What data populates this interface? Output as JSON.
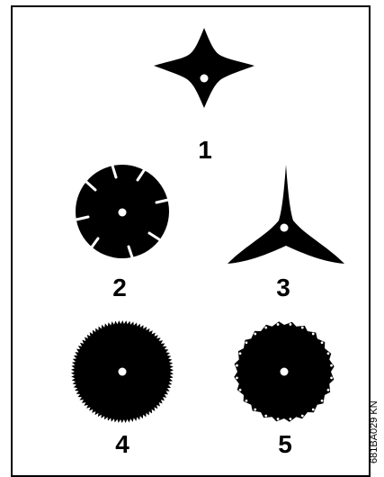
{
  "colors": {
    "ink": "#000000",
    "paper": "#ffffff"
  },
  "blades": [
    {
      "number": "1",
      "kind": "4-tooth grass blade"
    },
    {
      "number": "2",
      "kind": "8-tooth grass blade"
    },
    {
      "number": "3",
      "kind": "3-tooth grass blade"
    },
    {
      "number": "4",
      "kind": "fine-tooth saw blade"
    },
    {
      "number": "5",
      "kind": "chisel-tooth saw blade"
    }
  ],
  "figure_code": "681BA029 KN"
}
